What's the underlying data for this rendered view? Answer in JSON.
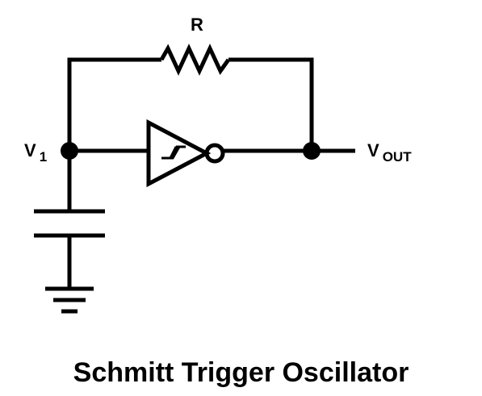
{
  "diagram": {
    "title": "Schmitt Trigger Oscillator",
    "labels": {
      "resistor": "R",
      "node_v1_main": "V",
      "node_v1_sub": "1",
      "node_vout_main": "V",
      "node_vout_sub": "OUT"
    },
    "components": [
      {
        "type": "resistor",
        "name": "R"
      },
      {
        "type": "schmitt-trigger-inverter"
      },
      {
        "type": "capacitor"
      },
      {
        "type": "ground"
      }
    ],
    "colors": {
      "ink": "#000000",
      "background": "#ffffff"
    }
  }
}
